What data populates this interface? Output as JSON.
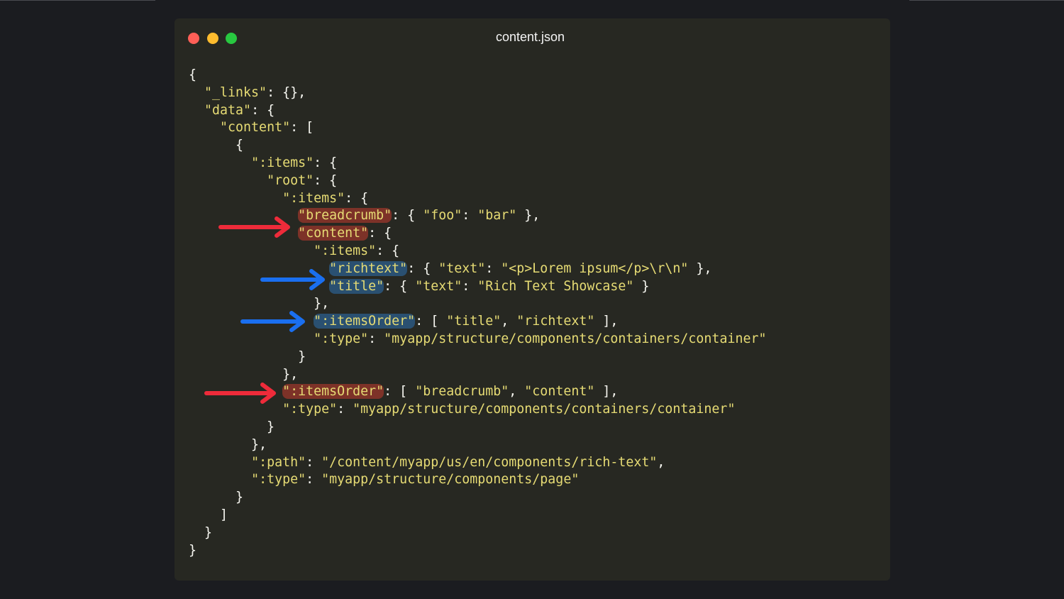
{
  "window": {
    "title": "content.json",
    "controls": [
      "close",
      "minimize",
      "maximize"
    ]
  },
  "code_lines": [
    [
      {
        "t": "{"
      }
    ],
    [
      {
        "t": "  "
      },
      {
        "t": "\"_links\"",
        "c": "s"
      },
      {
        "t": ": {},"
      }
    ],
    [
      {
        "t": "  "
      },
      {
        "t": "\"data\"",
        "c": "s"
      },
      {
        "t": ": {"
      }
    ],
    [
      {
        "t": "    "
      },
      {
        "t": "\"content\"",
        "c": "s"
      },
      {
        "t": ": ["
      }
    ],
    [
      {
        "t": "      {"
      }
    ],
    [
      {
        "t": "        "
      },
      {
        "t": "\":items\"",
        "c": "s"
      },
      {
        "t": ": {"
      }
    ],
    [
      {
        "t": "          "
      },
      {
        "t": "\"root\"",
        "c": "s"
      },
      {
        "t": ": {"
      }
    ],
    [
      {
        "t": "            "
      },
      {
        "t": "\":items\"",
        "c": "s"
      },
      {
        "t": ": {"
      }
    ],
    [
      {
        "t": "              "
      },
      {
        "t": "\"breadcrumb\"",
        "c": "s",
        "h": "red"
      },
      {
        "t": ": { "
      },
      {
        "t": "\"foo\"",
        "c": "s"
      },
      {
        "t": ": "
      },
      {
        "t": "\"bar\"",
        "c": "s"
      },
      {
        "t": " },"
      }
    ],
    [
      {
        "t": "              "
      },
      {
        "t": "\"content\"",
        "c": "s",
        "h": "red"
      },
      {
        "t": ": {"
      }
    ],
    [
      {
        "t": "                "
      },
      {
        "t": "\":items\"",
        "c": "s"
      },
      {
        "t": ": {"
      }
    ],
    [
      {
        "t": "                  "
      },
      {
        "t": "\"richtext\"",
        "c": "s",
        "h": "blue"
      },
      {
        "t": ": { "
      },
      {
        "t": "\"text\"",
        "c": "s"
      },
      {
        "t": ": "
      },
      {
        "t": "\"<p>Lorem ipsum</p>\\r\\n\"",
        "c": "s"
      },
      {
        "t": " },"
      }
    ],
    [
      {
        "t": "                  "
      },
      {
        "t": "\"title\"",
        "c": "s",
        "h": "blue"
      },
      {
        "t": ": { "
      },
      {
        "t": "\"text\"",
        "c": "s"
      },
      {
        "t": ": "
      },
      {
        "t": "\"Rich Text Showcase\"",
        "c": "s"
      },
      {
        "t": " }"
      }
    ],
    [
      {
        "t": "                },"
      }
    ],
    [
      {
        "t": "                "
      },
      {
        "t": "\":itemsOrder\"",
        "c": "s",
        "h": "blue"
      },
      {
        "t": ": [ "
      },
      {
        "t": "\"title\"",
        "c": "s"
      },
      {
        "t": ", "
      },
      {
        "t": "\"richtext\"",
        "c": "s"
      },
      {
        "t": " ],"
      }
    ],
    [
      {
        "t": "                "
      },
      {
        "t": "\":type\"",
        "c": "s"
      },
      {
        "t": ": "
      },
      {
        "t": "\"myapp/structure/components/containers/container\"",
        "c": "s"
      }
    ],
    [
      {
        "t": "              }"
      }
    ],
    [
      {
        "t": "            },"
      }
    ],
    [
      {
        "t": "            "
      },
      {
        "t": "\":itemsOrder\"",
        "c": "s",
        "h": "red"
      },
      {
        "t": ": [ "
      },
      {
        "t": "\"breadcrumb\"",
        "c": "s"
      },
      {
        "t": ", "
      },
      {
        "t": "\"content\"",
        "c": "s"
      },
      {
        "t": " ],"
      }
    ],
    [
      {
        "t": "            "
      },
      {
        "t": "\":type\"",
        "c": "s"
      },
      {
        "t": ": "
      },
      {
        "t": "\"myapp/structure/components/containers/container\"",
        "c": "s"
      }
    ],
    [
      {
        "t": "          }"
      }
    ],
    [
      {
        "t": "        },"
      }
    ],
    [
      {
        "t": "        "
      },
      {
        "t": "\":path\"",
        "c": "s"
      },
      {
        "t": ": "
      },
      {
        "t": "\"/content/myapp/us/en/components/rich-text\"",
        "c": "s"
      },
      {
        "t": ","
      }
    ],
    [
      {
        "t": "        "
      },
      {
        "t": "\":type\"",
        "c": "s"
      },
      {
        "t": ": "
      },
      {
        "t": "\"myapp/structure/components/page\"",
        "c": "s"
      }
    ],
    [
      {
        "t": "      }"
      }
    ],
    [
      {
        "t": "    ]"
      }
    ],
    [
      {
        "t": "  }"
      }
    ],
    [
      {
        "t": "}"
      }
    ]
  ],
  "annotations": [
    {
      "color": "#ee2b3a",
      "points_to": "breadcrumb / content"
    },
    {
      "color": "#1a6ff0",
      "points_to": "richtext / title"
    },
    {
      "color": "#1a6ff0",
      "points_to": ":itemsOrder (title, richtext)"
    },
    {
      "color": "#ee2b3a",
      "points_to": ":itemsOrder (breadcrumb, content)"
    }
  ]
}
